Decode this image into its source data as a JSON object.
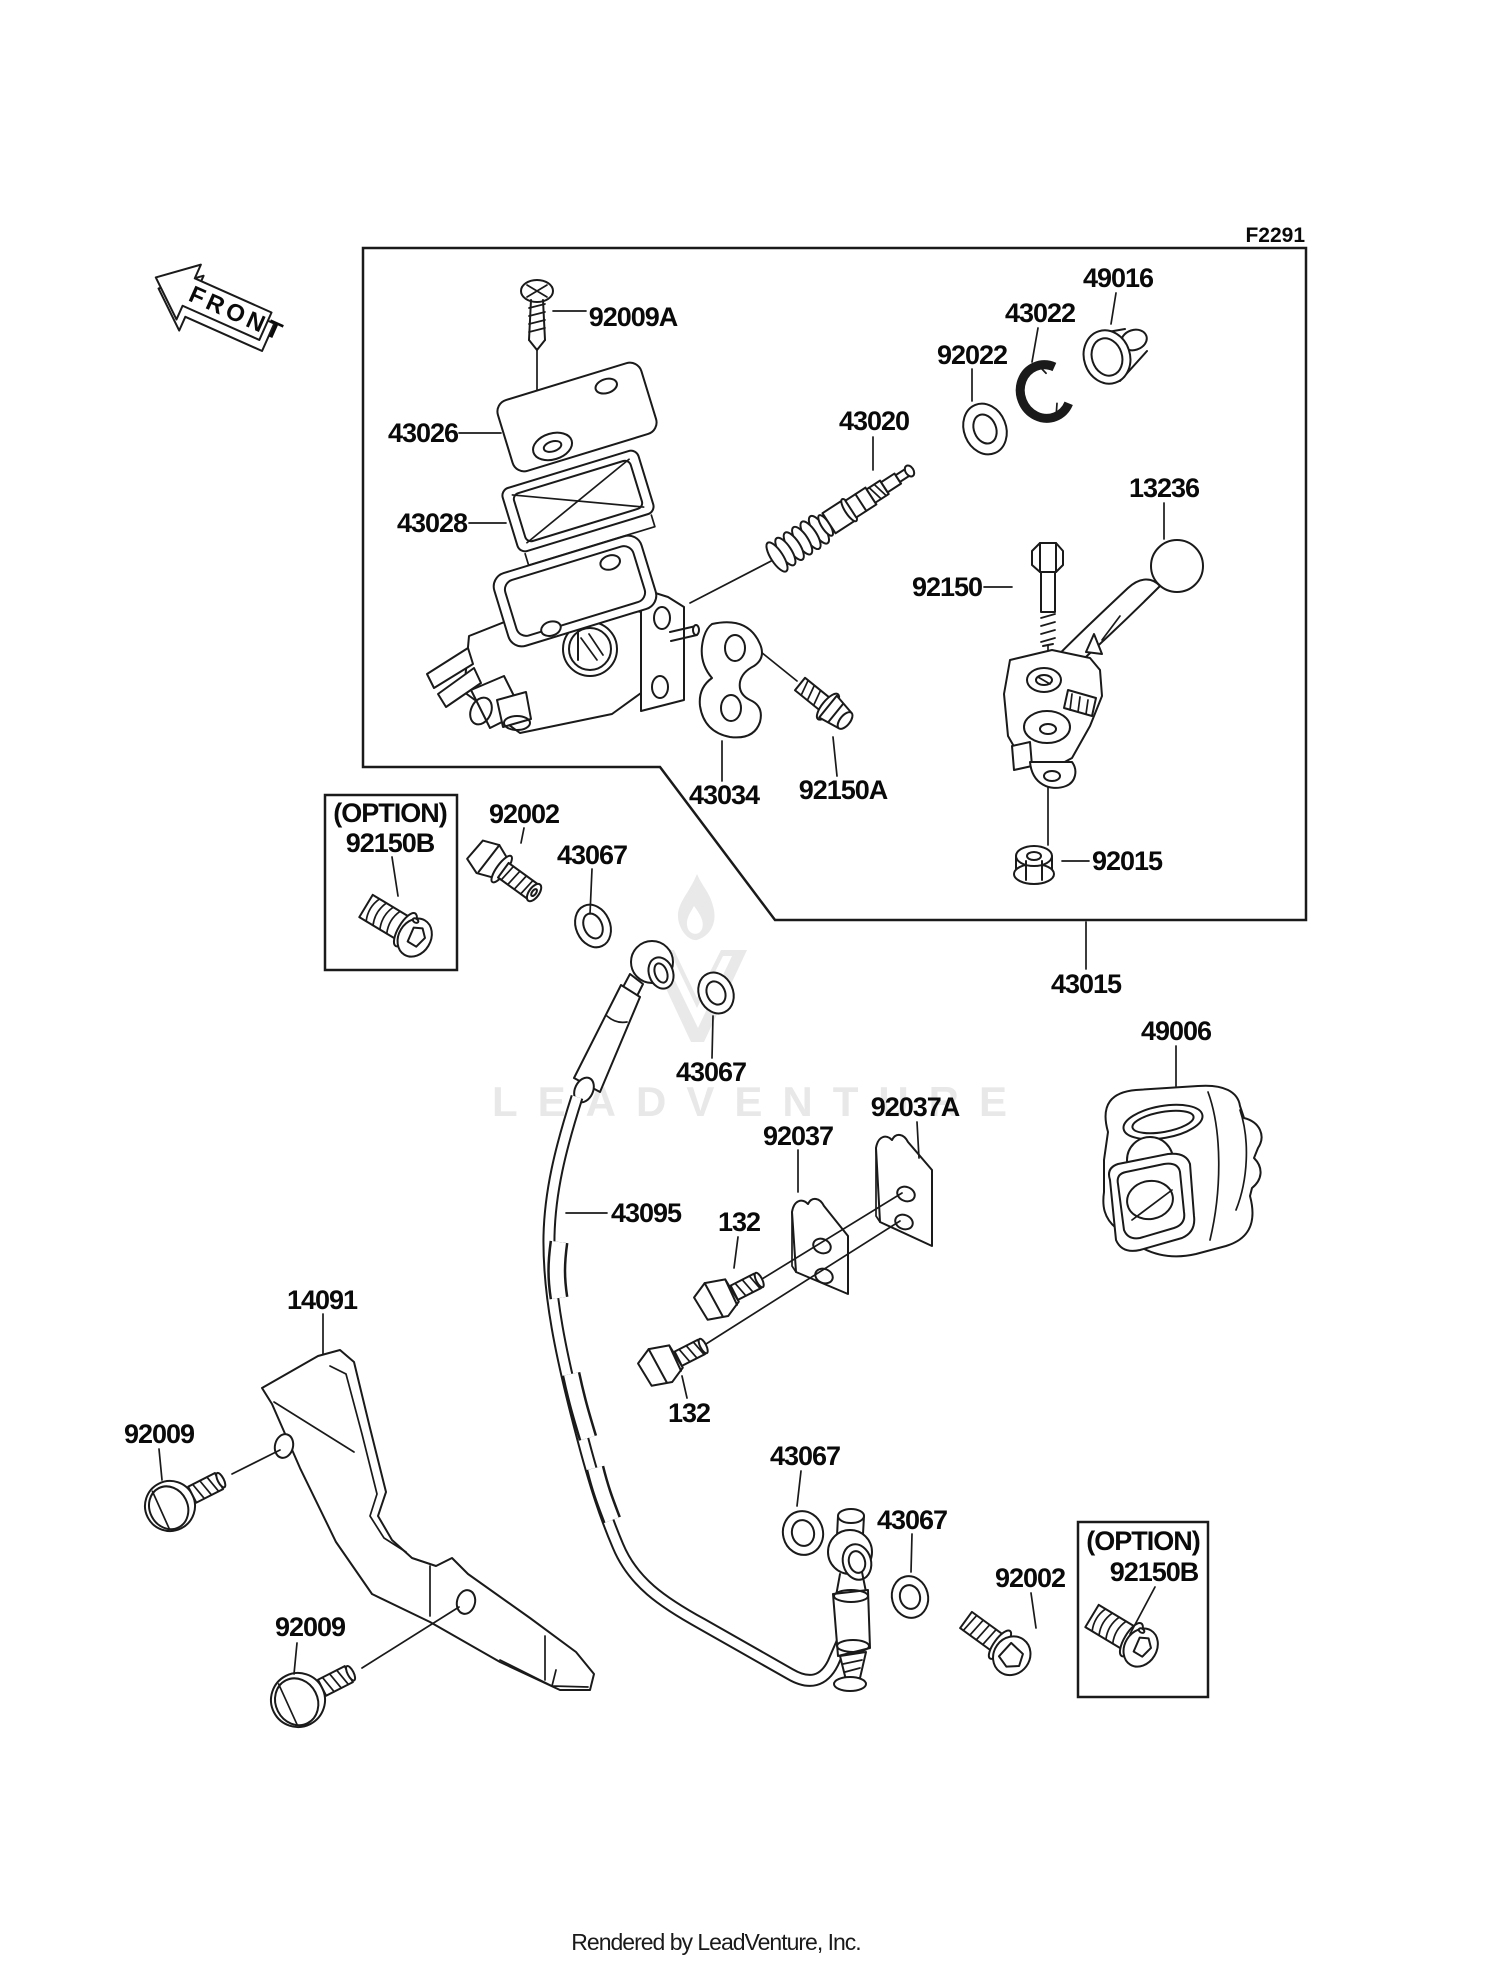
{
  "figure_code": "F2291",
  "front_marker": "FRONT",
  "watermark": {
    "text": "LEADVENTURE"
  },
  "footer_credit": "Rendered by LeadVenture, Inc.",
  "labels": [
    {
      "part": "92009A"
    },
    {
      "part": "43026"
    },
    {
      "part": "43028"
    },
    {
      "part": "43020"
    },
    {
      "part": "92022"
    },
    {
      "part": "43022"
    },
    {
      "part": "49016"
    },
    {
      "part": "13236"
    },
    {
      "part": "92150"
    },
    {
      "part": "43034"
    },
    {
      "part": "92150A"
    },
    {
      "part": "92015"
    },
    {
      "part": "43015"
    },
    {
      "part": "(OPTION)"
    },
    {
      "part": "92150B"
    },
    {
      "part": "92002"
    },
    {
      "part": "43067"
    },
    {
      "part": "43067"
    },
    {
      "part": "92037A"
    },
    {
      "part": "92037"
    },
    {
      "part": "43095"
    },
    {
      "part": "132"
    },
    {
      "part": "14091"
    },
    {
      "part": "92009"
    },
    {
      "part": "132"
    },
    {
      "part": "92009"
    },
    {
      "part": "43067"
    },
    {
      "part": "43067"
    },
    {
      "part": "92002"
    },
    {
      "part": "(OPTION)"
    },
    {
      "part": "92150B"
    },
    {
      "part": "49006"
    }
  ]
}
